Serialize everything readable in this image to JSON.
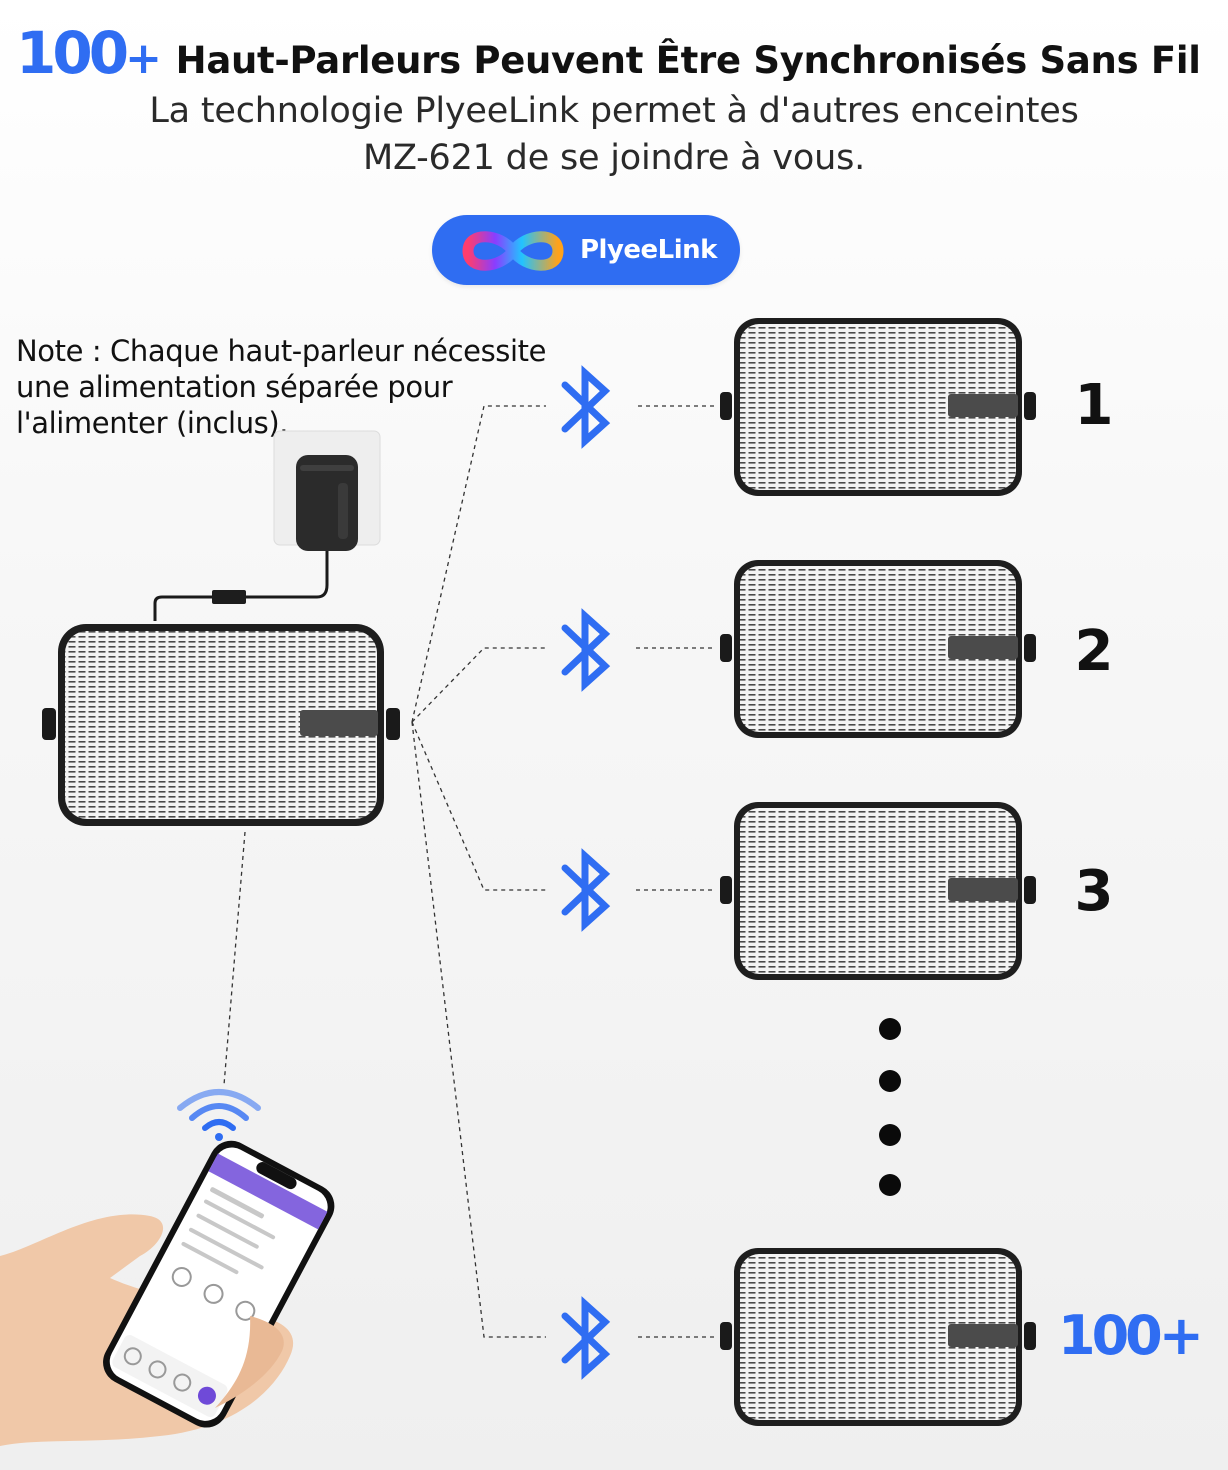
{
  "header": {
    "count": "100",
    "plus": "+",
    "title": "Haut-Parleurs Peuvent Être Synchronisés Sans Fil",
    "subtitle_lines": [
      "La technologie PlyeeLink permet à d'autres enceintes",
      "MZ-621 de se joindre à vous."
    ]
  },
  "badge": {
    "label": "PlyeeLink",
    "color": "#2f6df2",
    "icon": "infinity-logo-icon"
  },
  "note": {
    "text": "Note : Chaque haut-parleur nécessite une alimentation séparée pour l'alimenter (inclus)."
  },
  "speakers": [
    {
      "label": "1"
    },
    {
      "label": "2"
    },
    {
      "label": "3"
    },
    {
      "label": "100+"
    }
  ],
  "colors": {
    "accent_blue": "#2f6df2",
    "speaker_dark": "#2c2c2c"
  }
}
